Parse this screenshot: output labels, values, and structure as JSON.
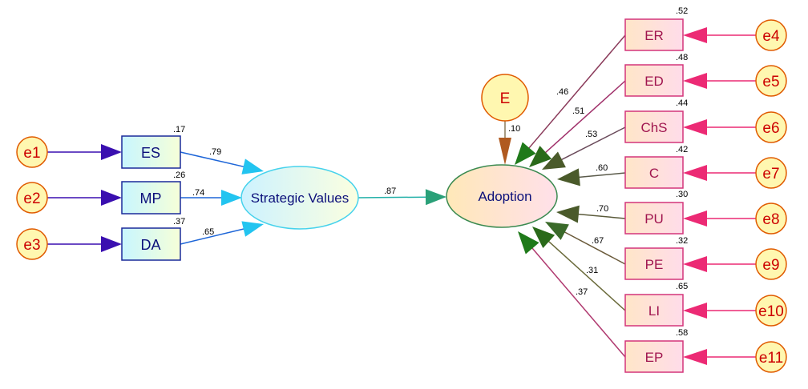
{
  "left_indicators": [
    {
      "error": "e1",
      "label": "ES",
      "r2": ".17",
      "loading": ".79"
    },
    {
      "error": "e2",
      "label": "MP",
      "r2": ".26",
      "loading": ".74"
    },
    {
      "error": "e3",
      "label": "DA",
      "r2": ".37",
      "loading": ".65"
    }
  ],
  "strategic_latent": {
    "label": "Strategic Values"
  },
  "adoption_latent": {
    "label": "Adoption",
    "disturbance": "E",
    "disturbance_value": ".10"
  },
  "path_coefficient": ".87",
  "right_indicators": [
    {
      "error": "e4",
      "label": "ER",
      "r2": ".52",
      "loading": ".46"
    },
    {
      "error": "e5",
      "label": "ED",
      "r2": ".48",
      "loading": ".51"
    },
    {
      "error": "e6",
      "label": "ChS",
      "r2": ".44",
      "loading": ".53"
    },
    {
      "error": "e7",
      "label": "C",
      "r2": ".42",
      "loading": ".60"
    },
    {
      "error": "e8",
      "label": "PU",
      "r2": ".30",
      "loading": ".70"
    },
    {
      "error": "e9",
      "label": "PE",
      "r2": ".32",
      "loading": ".67"
    },
    {
      "error": "e10",
      "label": "LI",
      "r2": ".65",
      "loading": ".31"
    },
    {
      "error": "e11",
      "label": "EP",
      "r2": ".58",
      "loading": ".37"
    }
  ],
  "colors": {
    "error_stroke": "#e05a00",
    "error_fill": "#fff7b0",
    "error_text": "#cc0000",
    "left_arrow": "#3a0fb0",
    "left_box_stroke": "#1a2a9a",
    "loading_left": "#1e66d8",
    "loading_left_head": "#22c4f0",
    "strategic_stroke": "#46d2ec",
    "path_line": "#22b0a8",
    "path_head": "#2aa078",
    "adoption_stroke": "#3a8a50",
    "right_box_stroke": "#d4357a",
    "right_arrow": "#ec2a74",
    "loading_right_head": "#1f7a1a",
    "disturbance_line": "#8a7a5a",
    "disturbance_head": "#b05a20"
  }
}
